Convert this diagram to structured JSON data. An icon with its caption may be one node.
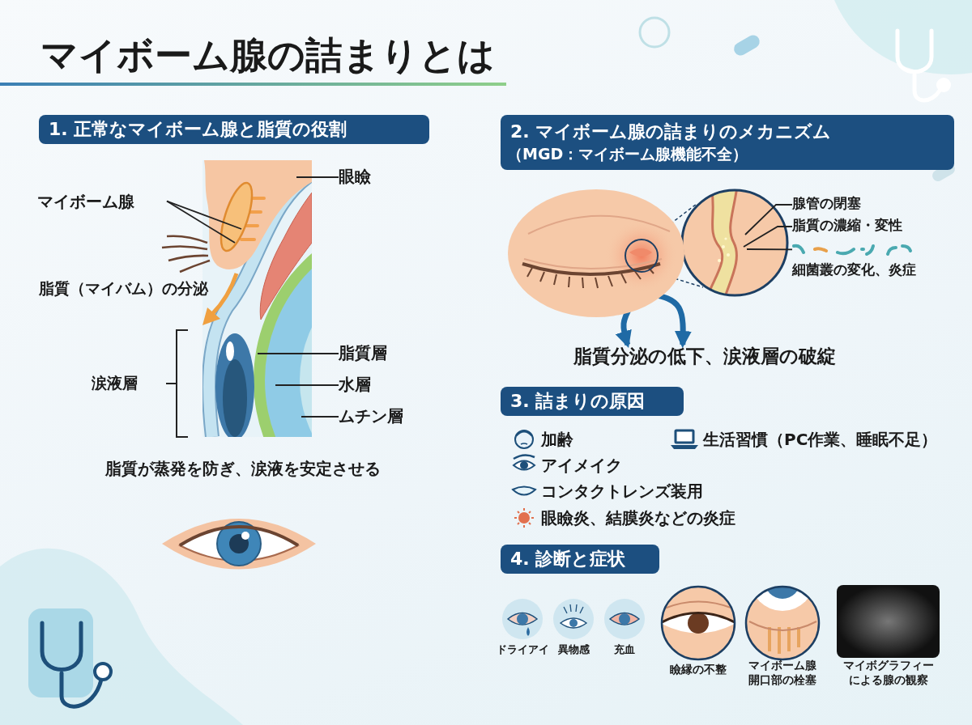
{
  "diagram": {
    "title": "マイボーム腺の詰まりとは",
    "nodes": [
      {
        "text": [
          "1. 正常なマイボーム腺と脂質の役割"
        ]
      },
      {
        "text": [
          "眼瞼"
        ]
      },
      {
        "text": [
          "マイボーム腺"
        ]
      },
      {
        "text": [
          "脂質層"
        ]
      },
      {
        "text": [
          "水層"
        ]
      },
      {
        "text": [
          "ムチン層"
        ]
      },
      {
        "text": [
          "2. マイボーム腺の詰まりのメカニズム",
          "（MGD：マイボーム腺機能不全）"
        ]
      },
      {
        "text": [],
        "shape": "picture"
      },
      {
        "text": [
          "腺管の閉塞"
        ]
      },
      {
        "text": [
          "脂質の濃縮・変性"
        ]
      },
      {
        "text": [
          "細菌叢の変化、炎症"
        ]
      },
      {
        "text": [
          "脂質分泌の低下、涙液層の破綻"
        ]
      },
      {
        "text": [
          "3. 詰まりの原因"
        ]
      },
      {
        "text": [
          "4. 診断と症状"
        ]
      }
    ],
    "edges": [
      {
        "from": 1,
        "to": null,
        "arrow": "none"
      },
      {
        "from": 2,
        "to": null,
        "arrow": "none"
      },
      {
        "from": 2,
        "to": null,
        "arrow": "none"
      },
      {
        "from": 3,
        "to": null,
        "arrow": "none"
      },
      {
        "from": 4,
        "to": null,
        "arrow": "none"
      },
      {
        "from": 5,
        "to": null,
        "arrow": "none"
      },
      {
        "from": 8,
        "to": null,
        "arrow": "none"
      },
      {
        "from": 9,
        "to": null,
        "arrow": "none"
      },
      {
        "from": 10,
        "to": null,
        "arrow": "none"
      },
      {
        "from": 7,
        "to": 11,
        "arrow": "to",
        "style": "thick",
        "color": "#1f6aa5"
      },
      {
        "from": 7,
        "to": 11,
        "arrow": "to",
        "style": "thick",
        "color": "#1f6aa5"
      }
    ],
    "labels": [
      "脂質（マイバム）の分泌",
      "涙液層",
      "脂質が蒸発を防ぎ、涙液を安定させる",
      "加齢",
      "生活習慣（PC作業、睡眠不足）",
      "アイメイク",
      "コンタクトレンズ装用",
      "眼瞼炎、結膜炎などの炎症",
      "ドライアイ",
      "異物感",
      "充血",
      "瞼縁の不整",
      "マイボーム腺開口部の栓塞",
      "マイボグラフィーによる腺の観察"
    ]
  }
}
